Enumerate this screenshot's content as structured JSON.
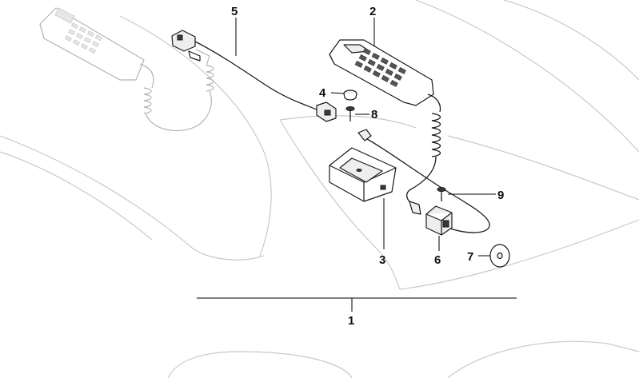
{
  "diagram": {
    "callouts": [
      {
        "id": "part-1",
        "label": "1"
      },
      {
        "id": "part-2",
        "label": "2"
      },
      {
        "id": "part-3",
        "label": "3"
      },
      {
        "id": "part-4",
        "label": "4"
      },
      {
        "id": "part-5",
        "label": "5"
      },
      {
        "id": "part-6",
        "label": "6"
      },
      {
        "id": "part-7",
        "label": "7"
      },
      {
        "id": "part-8",
        "label": "8"
      },
      {
        "id": "part-9",
        "label": "9"
      }
    ]
  }
}
